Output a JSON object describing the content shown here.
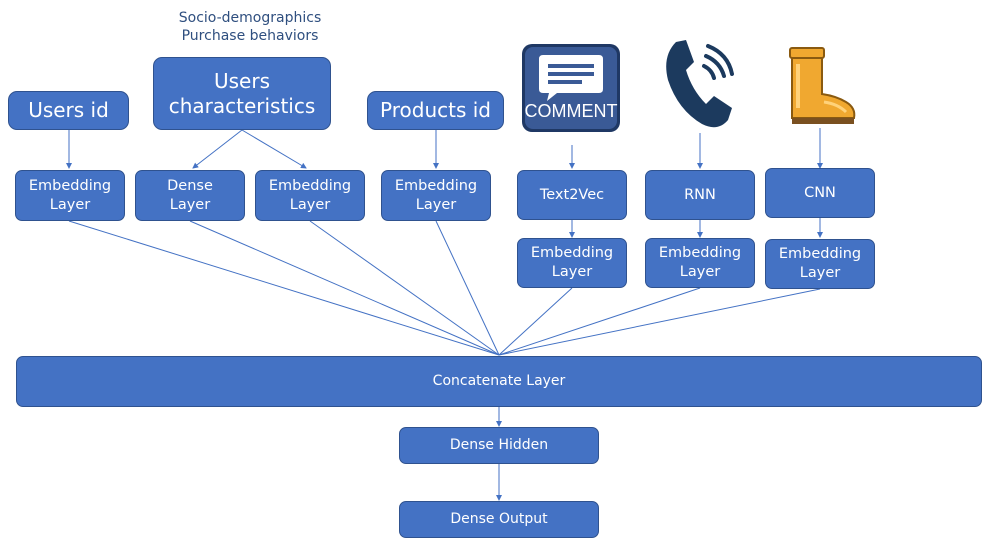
{
  "annotation": "Socio-demographics\nPurchase behaviors",
  "inputs": {
    "users_id": "Users id",
    "users_characteristics": "Users\ncharacteristics",
    "products_id": "Products id"
  },
  "icons": {
    "comment": {
      "name": "comment-icon",
      "label": "COMMENT"
    },
    "phone": {
      "name": "phone-icon"
    },
    "boot": {
      "name": "boot-icon"
    }
  },
  "layers": {
    "emb_users": "Embedding\nLayer",
    "dense_chars": "Dense\nLayer",
    "emb_chars": "Embedding\nLayer",
    "emb_products": "Embedding\nLayer",
    "text2vec": "Text2Vec",
    "rnn": "RNN",
    "cnn": "CNN",
    "emb_text": "Embedding\nLayer",
    "emb_rnn": "Embedding\nLayer",
    "emb_cnn": "Embedding\nLayer",
    "concat": "Concatenate Layer",
    "dense_hidden": "Dense Hidden",
    "dense_output": "Dense Output"
  },
  "colors": {
    "box_fill": "#4472c4",
    "box_border": "#2f528f",
    "connector": "#4472c4",
    "boot": "#f0a830",
    "phone": "#1c3a5e",
    "comment_frame": "#1f3864"
  }
}
